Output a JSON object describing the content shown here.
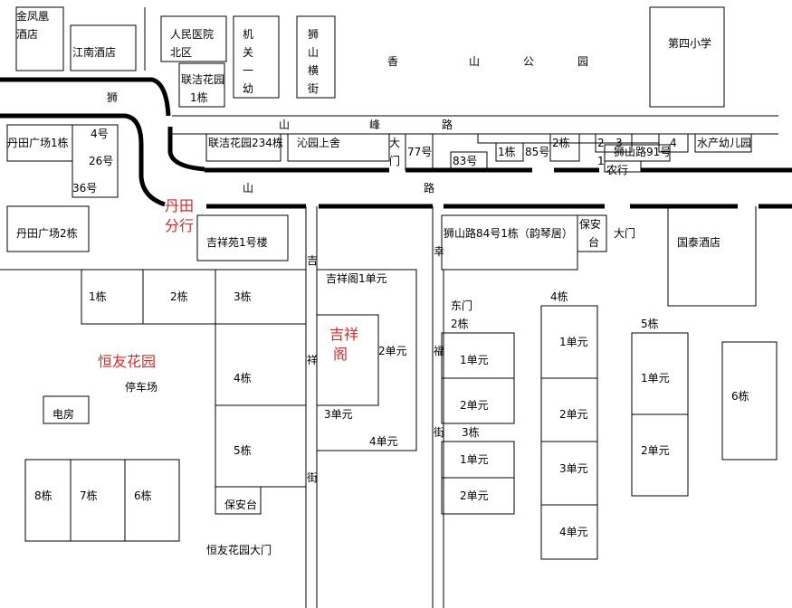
{
  "colors": {
    "line": "#000000",
    "background": "#ffffff",
    "highlight_label": "#d12b2b"
  },
  "north_block": {
    "jinfenghuang_hotel": [
      "金凤凰",
      "酒店"
    ],
    "jiangnan_hotel": "江南酒店",
    "peoples_hospital_north": [
      "人民医院",
      "北区"
    ],
    "lianjie_garden_bldg1": [
      "联洁花园",
      "1栋"
    ],
    "government_kindergarten": "机关一幼",
    "shishan_hengjie": "狮山横街",
    "xiangshan_park": [
      "香",
      "山",
      "公",
      "园"
    ],
    "fourth_primary_school": "第四小学"
  },
  "roads": {
    "shishan_road": [
      "狮",
      "山",
      "路"
    ],
    "shanfeng_road": [
      "山",
      "峰",
      "路"
    ],
    "jixiang_street": [
      "吉",
      "祥",
      "街"
    ],
    "xingfu_street": [
      "幸",
      "福",
      "街"
    ]
  },
  "middle_strip": {
    "dantian_plaza_1": "丹田广场1栋",
    "no_4": "4号",
    "no_26": "26号",
    "no_36": "36号",
    "lianjie_garden_234": "联洁花园234栋",
    "qinyuan_shangshe": "沁园上舍",
    "gate": "大门",
    "no_77": "77号",
    "no_83": "83号",
    "bldg_1": "1栋",
    "no_85": "85号",
    "bldg_2": "2栋",
    "mark_2": "2",
    "mark_3": "3",
    "mark_1": "1",
    "shishan_road_91": "狮山路91号",
    "mark_4": "4",
    "agricultural_bank": "农行",
    "aquatic_kindergarten": "水产幼儿园"
  },
  "dantian": {
    "plaza_2": "丹田广场2栋",
    "branch": [
      "丹田",
      "分行"
    ]
  },
  "jixiang": {
    "jixiang_yuan_1": "吉祥苑1号楼",
    "pavilion_name": [
      "吉祥",
      "阁"
    ],
    "unit_1": "吉祥阁1单元",
    "unit_2": "2单元",
    "unit_3": "3单元",
    "unit_4": "4单元"
  },
  "shishan_84": {
    "bldg_1": "狮山路84号1栋（韵琴居）",
    "guard_post": [
      "保安",
      "台"
    ],
    "main_gate": "大门",
    "guotai_hotel": "国泰酒店",
    "east_gate": "东门",
    "bldg_2": {
      "name": "2栋",
      "units": [
        "1单元",
        "2单元"
      ]
    },
    "bldg_3": {
      "name": "3栋",
      "units": [
        "1单元",
        "2单元"
      ]
    },
    "bldg_4": {
      "name": "4栋",
      "units": [
        "1单元",
        "2单元",
        "3单元",
        "4单元"
      ]
    },
    "bldg_5": {
      "name": "5栋",
      "units": [
        "1单元",
        "2单元"
      ]
    },
    "bldg_6": "6栋"
  },
  "hengyou_garden": {
    "name": "恒友花园",
    "parking": "停车场",
    "power_room": "电房",
    "buildings": [
      "1栋",
      "2栋",
      "3栋",
      "4栋",
      "5栋",
      "6栋",
      "7栋",
      "8栋"
    ],
    "guard_post": "保安台",
    "main_gate": "恒友花园大门"
  }
}
